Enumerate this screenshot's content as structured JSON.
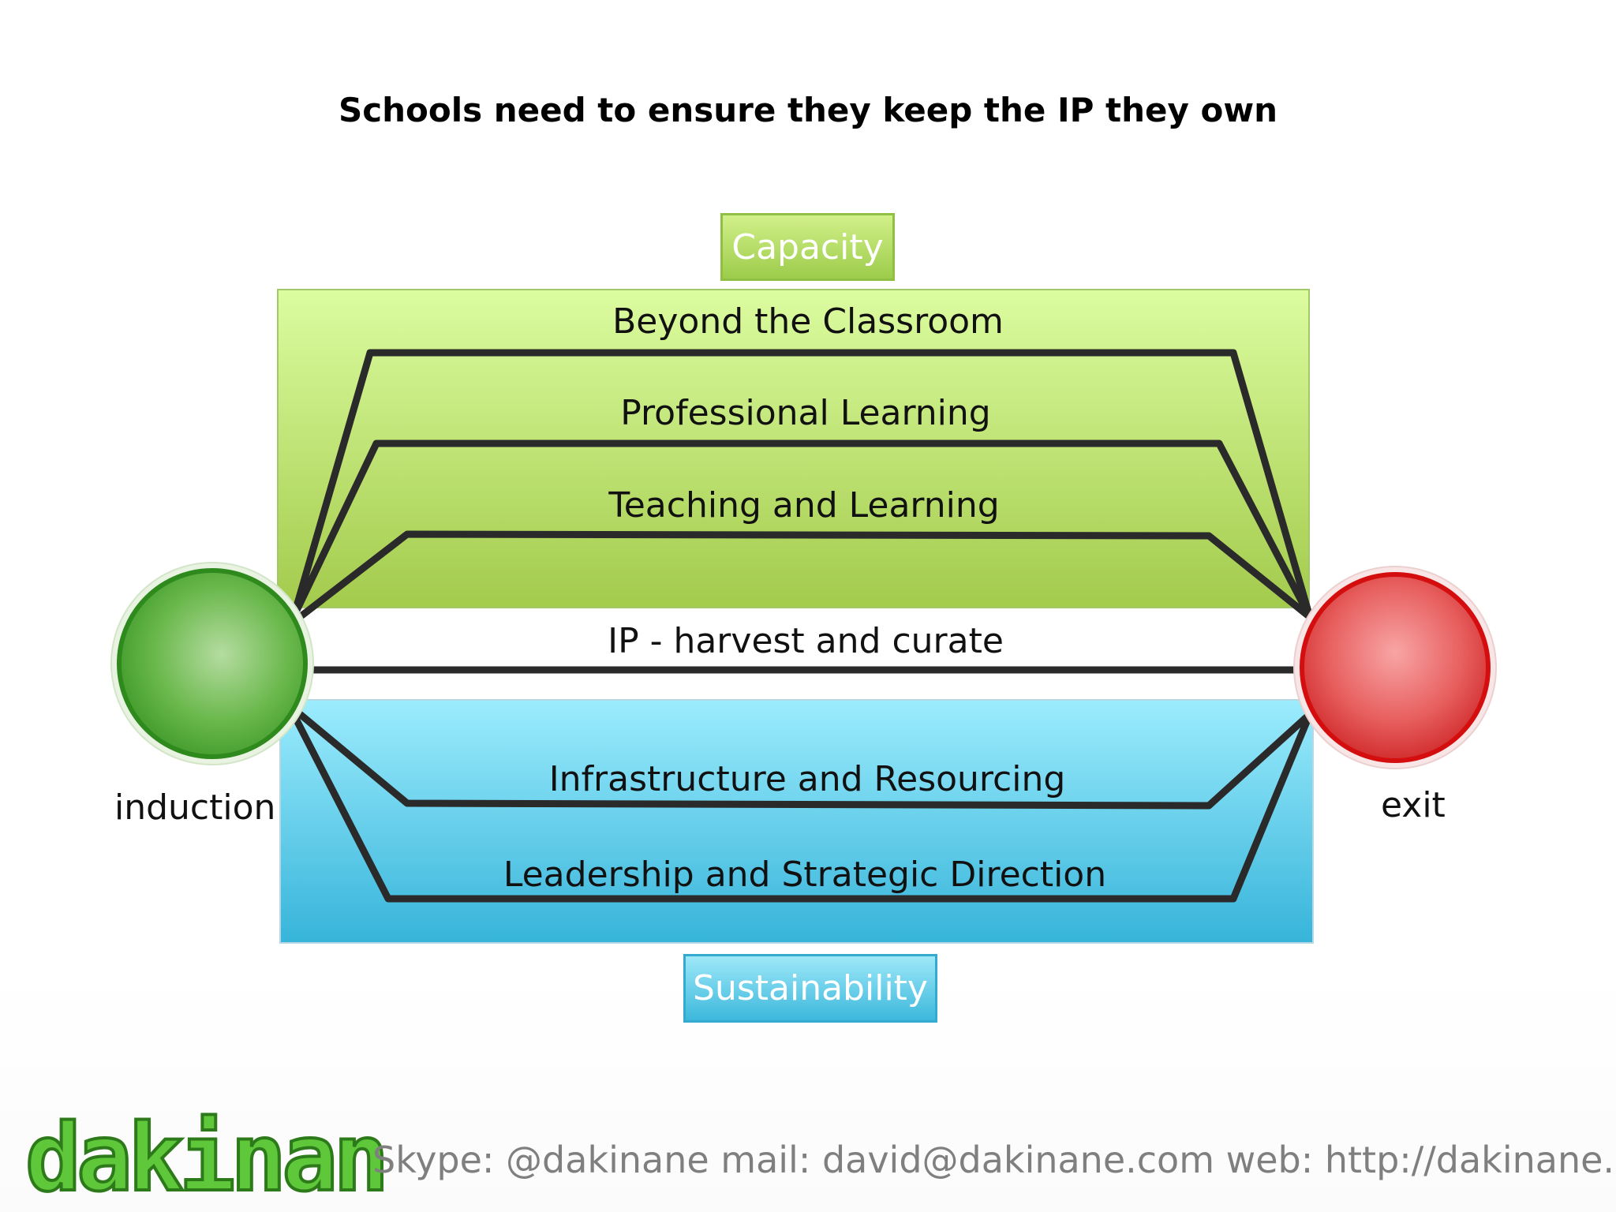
{
  "title": "Schools need to ensure they keep the IP they own",
  "groups": {
    "capacity": "Capacity",
    "sustainability": "Sustainability"
  },
  "pathways": [
    "Beyond the Classroom",
    "Professional Learning",
    "Teaching and Learning",
    "IP - harvest and curate",
    "Infrastructure and Resourcing",
    "Leadership and Strategic Direction"
  ],
  "endpoints": {
    "start": "induction",
    "end": "exit"
  },
  "footer": {
    "logo_text": "dakinane",
    "contact": "Skype: @dakinane mail: david@dakinane.com web: http://dakinane.com"
  },
  "colors": {
    "capacity_green": "#a6ce4e",
    "sustainability_blue": "#3db9dd",
    "induction_green": "#3fa82c",
    "exit_red": "#e02020",
    "logo_green": "#5ec73a"
  }
}
